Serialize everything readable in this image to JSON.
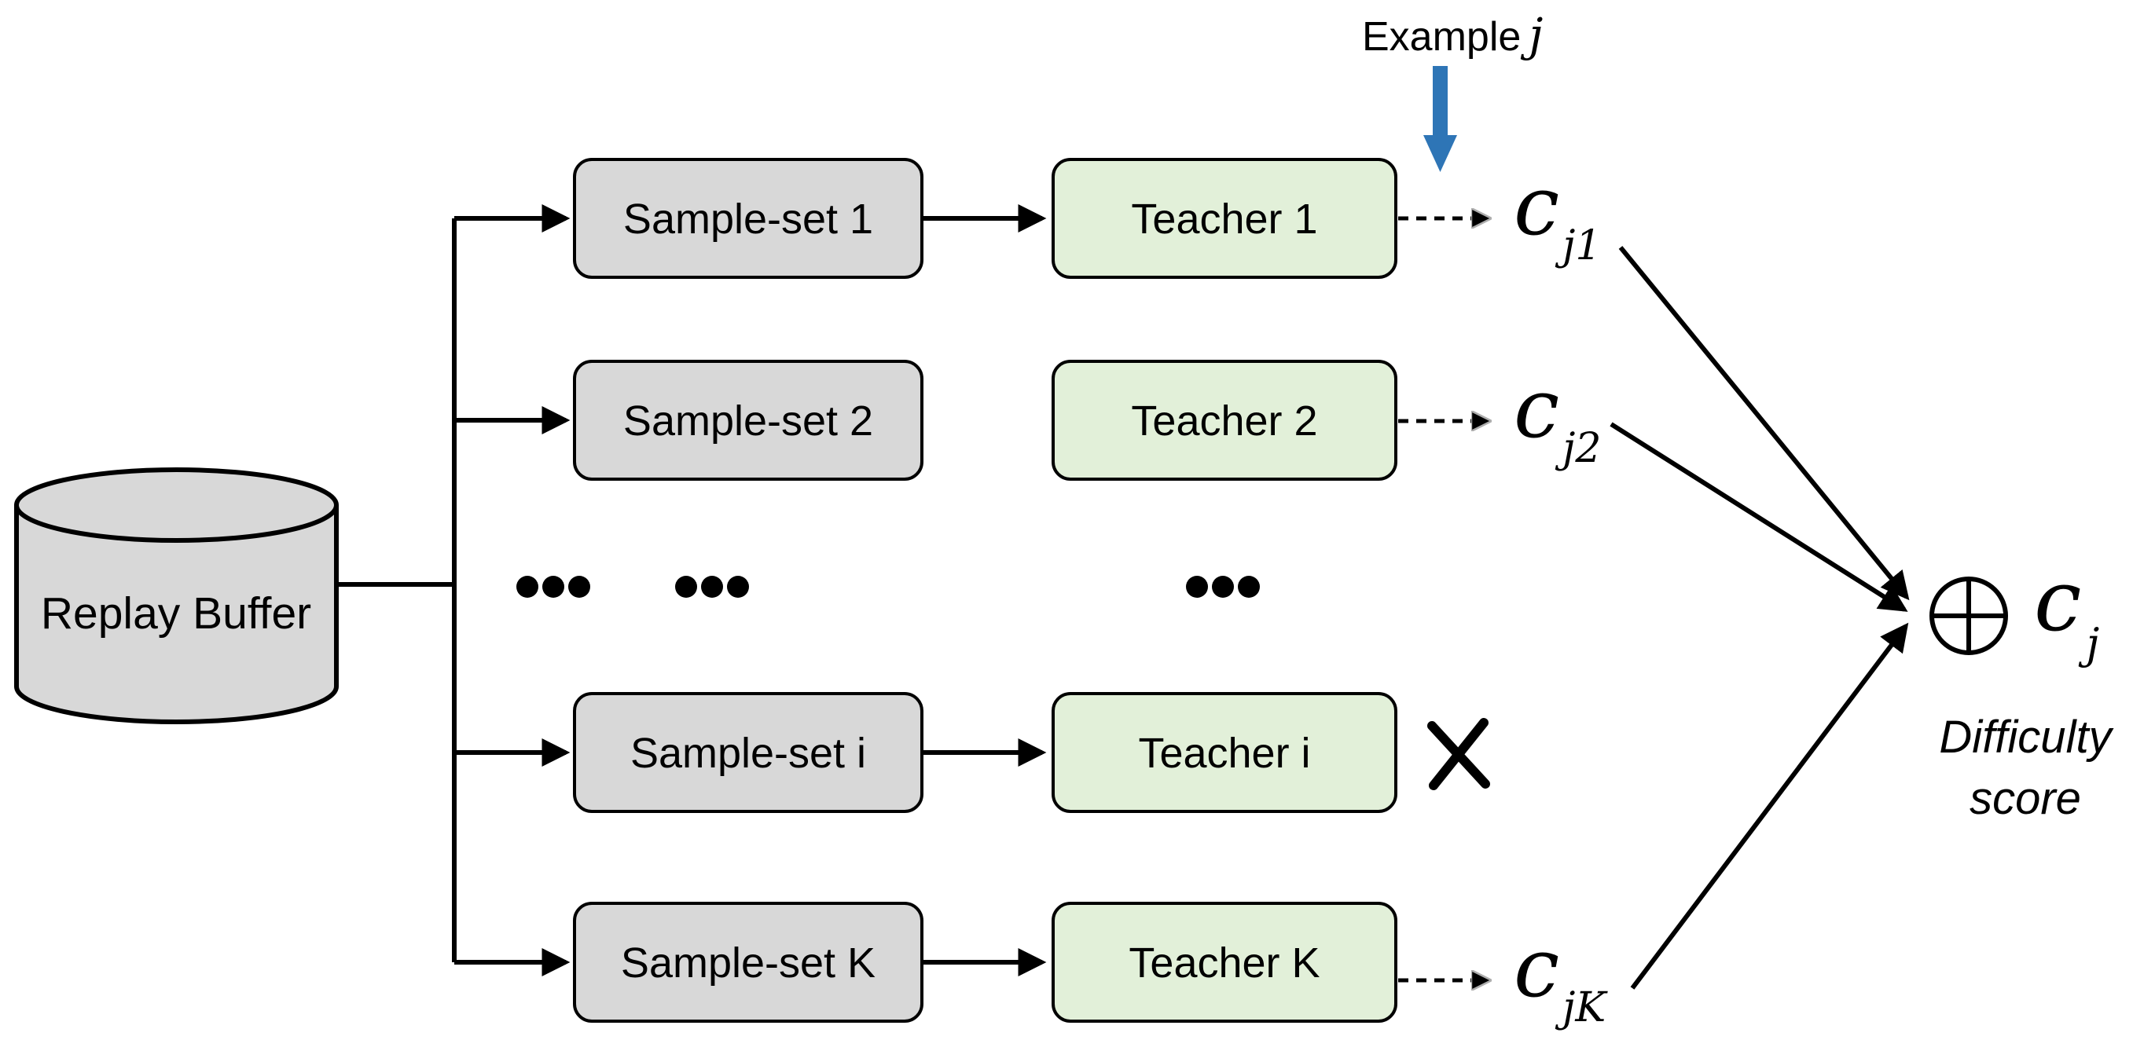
{
  "colors": {
    "sample_fill": "#d8d8d8",
    "teacher_fill": "#e2f0d9",
    "cylinder_fill": "#d8d8d8",
    "blue_arrow": "#2e75b6",
    "outline": "#000000"
  },
  "replay_buffer": {
    "label": "Replay Buffer"
  },
  "example_pointer": {
    "text": "Example",
    "sub": "j"
  },
  "rows": [
    {
      "sample": "Sample-set 1",
      "teacher": "Teacher 1",
      "score_base": "c",
      "score_sub": "j1"
    },
    {
      "sample": "Sample-set 2",
      "teacher": "Teacher 2",
      "score_base": "c",
      "score_sub": "j2"
    },
    {
      "sample": "Sample-set i",
      "teacher": "Teacher i",
      "mark": "✕"
    },
    {
      "sample": "Sample-set K",
      "teacher": "Teacher K",
      "score_base": "c",
      "score_sub": "jK"
    }
  ],
  "ellipsis": {
    "left1": "•••",
    "left2": "•••",
    "middle": "•••"
  },
  "aggregate": {
    "plus_icon": "circled-plus",
    "score_base": "c",
    "score_sub": "j",
    "caption_line1": "Difficulty",
    "caption_line2": "score"
  }
}
